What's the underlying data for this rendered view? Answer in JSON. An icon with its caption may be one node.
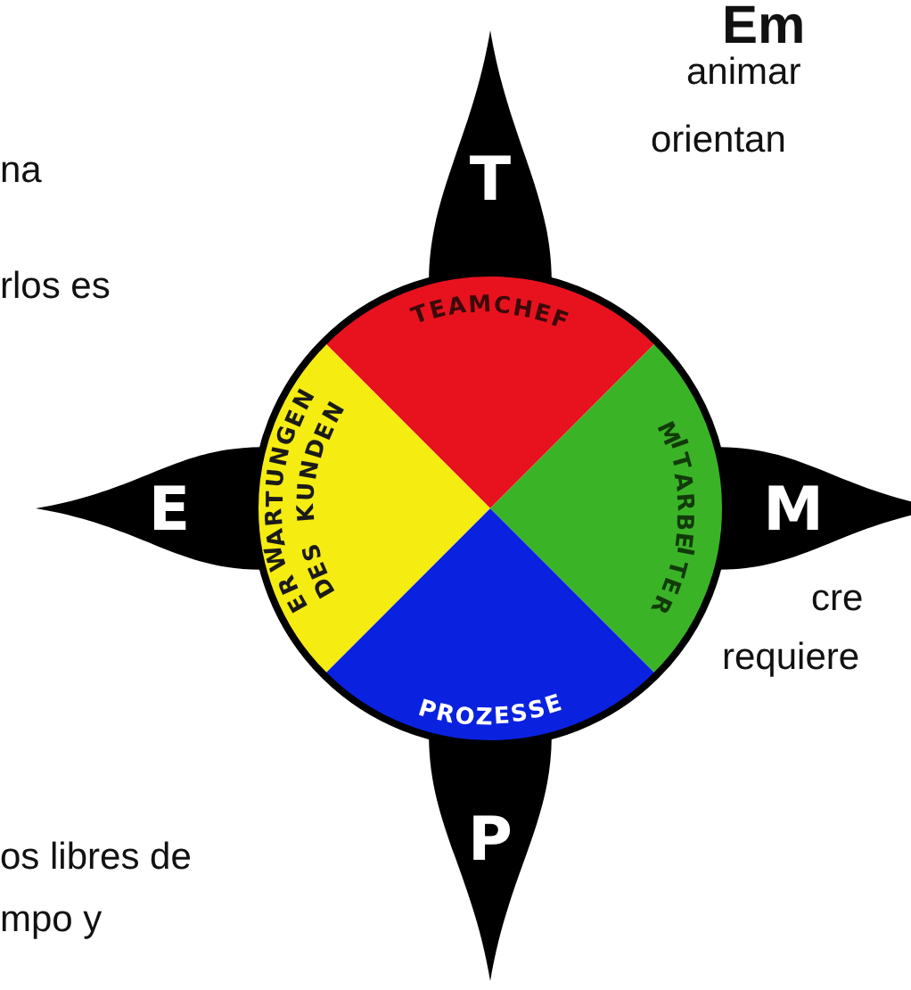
{
  "diagram": {
    "nodes": [
      {
        "text": [
          "T"
        ]
      },
      {
        "text": [
          "TEAMCHEF"
        ]
      },
      {
        "text": [
          "ERWARTUNGEN DES KUNDEN"
        ]
      },
      {
        "text": [
          "E"
        ]
      },
      {
        "text": [
          "M"
        ]
      },
      {
        "text": [
          "MITARBEITER"
        ]
      },
      {
        "text": [
          "PROZESSE"
        ]
      },
      {
        "text": [
          "P"
        ]
      }
    ],
    "labels": [
      "Em",
      "animar",
      "orientan",
      "na",
      "rlos es",
      "cre",
      "requiere",
      "os libres de",
      "mpo y"
    ]
  }
}
